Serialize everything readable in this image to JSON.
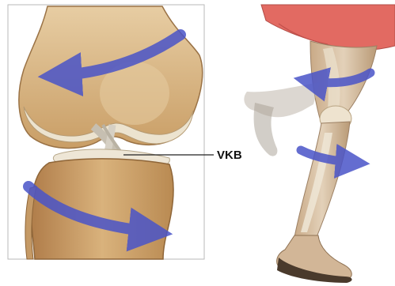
{
  "diagram": {
    "left_panel": {
      "subject": "knee-joint-closeup",
      "callout": {
        "text": "VKB"
      }
    },
    "right_panel": {
      "subject": "leg-in-motion"
    },
    "colors": {
      "arrow": "#4a54c8",
      "bone": "#d7b88a",
      "bone_dark": "#b48a5a",
      "cartilage": "#e9e1cf",
      "ligament": "#c9c3b6",
      "skirt": "#e26a62",
      "skin": "#d8c2a6",
      "panel_border": "#b9b9b9"
    }
  }
}
